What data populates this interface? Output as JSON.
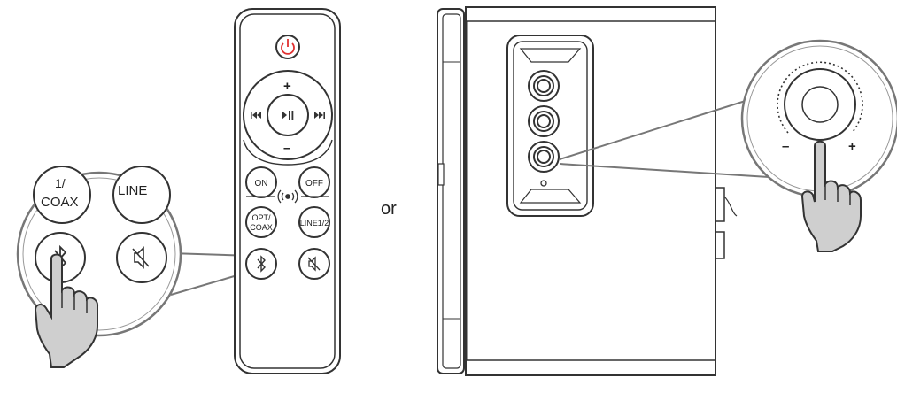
{
  "remote": {
    "on_label": "ON",
    "off_label": "OFF",
    "opt_label_line1": "OPT/",
    "opt_label_line2": "COAX",
    "line_label": "LINE1/2",
    "plus": "+",
    "minus": "–"
  },
  "zoom_left": {
    "coax_top_line1": "1/",
    "coax_top_line2": "COAX",
    "line_top": "LINE"
  },
  "connector_word": "or",
  "knob": {
    "minus": "–",
    "plus": "+"
  },
  "colors": {
    "line": "#333333",
    "power": "#e03030",
    "hand_fill": "#cfcfcf",
    "zoom_stroke": "#777777"
  }
}
